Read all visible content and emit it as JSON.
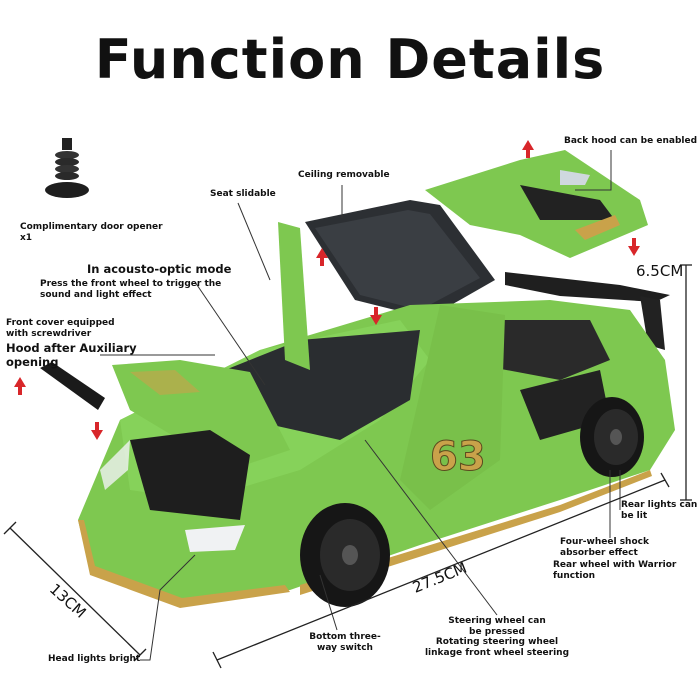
{
  "title": "Function Details",
  "labels": {
    "door_opener": "Complimentary door opener x1",
    "ceiling": "Ceiling removable",
    "seat": "Seat slidable",
    "back_hood": "Back hood can be enabled",
    "acousto_title": "In acousto-optic mode",
    "acousto_desc": "Press the front wheel to trigger the sound and light effect",
    "front_cover": "Front cover equipped with screwdriver",
    "hood_after": "Hood after Auxiliary opening",
    "rear_lights": "Rear lights can be lit",
    "shock": "Four-wheel shock absorber effect",
    "rear_wheel": "Rear wheel with Warrior function",
    "steering": "Steering wheel can be pressed",
    "rotating": "Rotating steering wheel linkage front wheel steering",
    "bottom_switch": "Bottom three-way switch",
    "headlights": "Head lights bright"
  },
  "dimensions": {
    "height": "6.5CM",
    "length": "27.5CM",
    "width": "13CM"
  },
  "colors": {
    "car_body": "#7ec850",
    "accent_arrow": "#d8262a",
    "trim": "#c9a24a",
    "dark": "#1c1c1c"
  }
}
